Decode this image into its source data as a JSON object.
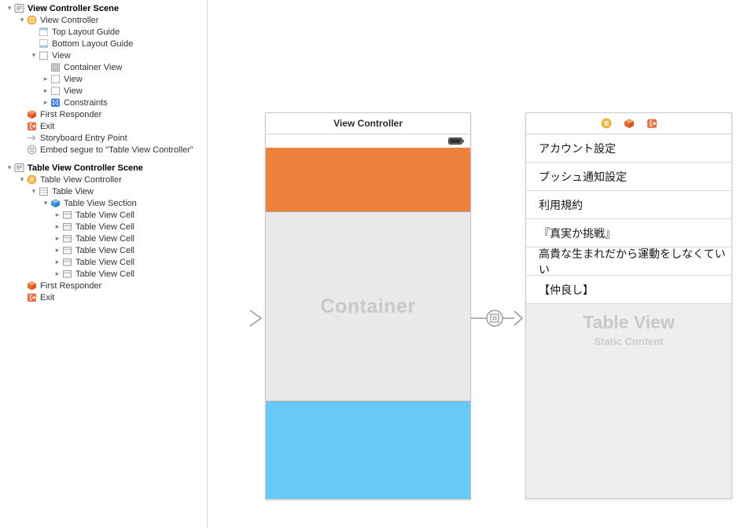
{
  "outline": {
    "scenes": [
      {
        "label": "View Controller Scene",
        "items": [
          {
            "label": "View Controller",
            "icon": "view-controller-icon",
            "disclosure": "expanded"
          },
          {
            "label": "Top Layout Guide",
            "icon": "top-layout-guide-icon",
            "disclosure": "none"
          },
          {
            "label": "Bottom Layout Guide",
            "icon": "bottom-layout-guide-icon",
            "disclosure": "none"
          },
          {
            "label": "View",
            "icon": "view-icon",
            "disclosure": "expanded"
          },
          {
            "label": "Container View",
            "icon": "container-view-icon",
            "disclosure": "none"
          },
          {
            "label": "View",
            "icon": "view-icon",
            "disclosure": "collapsed"
          },
          {
            "label": "View",
            "icon": "view-icon",
            "disclosure": "collapsed"
          },
          {
            "label": "Constraints",
            "icon": "constraints-icon",
            "disclosure": "collapsed"
          },
          {
            "label": "First Responder",
            "icon": "first-responder-icon",
            "disclosure": "none"
          },
          {
            "label": "Exit",
            "icon": "exit-icon",
            "disclosure": "none"
          },
          {
            "label": "Storyboard Entry Point",
            "icon": "storyboard-entry-point-icon",
            "disclosure": "none"
          },
          {
            "label": "Embed segue to \"Table View Controller\"",
            "icon": "embed-segue-icon",
            "disclosure": "none"
          }
        ]
      },
      {
        "label": "Table View Controller Scene",
        "items": [
          {
            "label": "Table View Controller",
            "icon": "table-view-controller-icon",
            "disclosure": "expanded"
          },
          {
            "label": "Table View",
            "icon": "table-view-icon",
            "disclosure": "expanded"
          },
          {
            "label": "Table View Section",
            "icon": "table-view-section-icon",
            "disclosure": "expanded"
          },
          {
            "label": "Table View Cell",
            "icon": "table-view-cell-icon",
            "disclosure": "collapsed"
          },
          {
            "label": "Table View Cell",
            "icon": "table-view-cell-icon",
            "disclosure": "collapsed"
          },
          {
            "label": "Table View Cell",
            "icon": "table-view-cell-icon",
            "disclosure": "collapsed"
          },
          {
            "label": "Table View Cell",
            "icon": "table-view-cell-icon",
            "disclosure": "collapsed"
          },
          {
            "label": "Table View Cell",
            "icon": "table-view-cell-icon",
            "disclosure": "collapsed"
          },
          {
            "label": "Table View Cell",
            "icon": "table-view-cell-icon",
            "disclosure": "collapsed"
          },
          {
            "label": "First Responder",
            "icon": "first-responder-icon",
            "disclosure": "none"
          },
          {
            "label": "Exit",
            "icon": "exit-icon",
            "disclosure": "none"
          }
        ]
      }
    ]
  },
  "canvas": {
    "view_controller": {
      "title": "View Controller",
      "container_label": "Container",
      "colors": {
        "top_view": "#EE823C",
        "container_bg": "#EAE9E7",
        "bottom_view": "#66C9F7"
      }
    },
    "table_view_controller": {
      "header_icons": [
        "table-view-controller-icon",
        "first-responder-icon",
        "exit-icon"
      ],
      "cells": [
        "アカウント設定",
        "プッシュ通知設定",
        "利用規約",
        "『真実か挑戦』",
        "高貴な生まれだから運動をしなくていい",
        "【仲良し】"
      ],
      "placeholder_title": "Table View",
      "placeholder_subtitle": "Static Content"
    }
  }
}
